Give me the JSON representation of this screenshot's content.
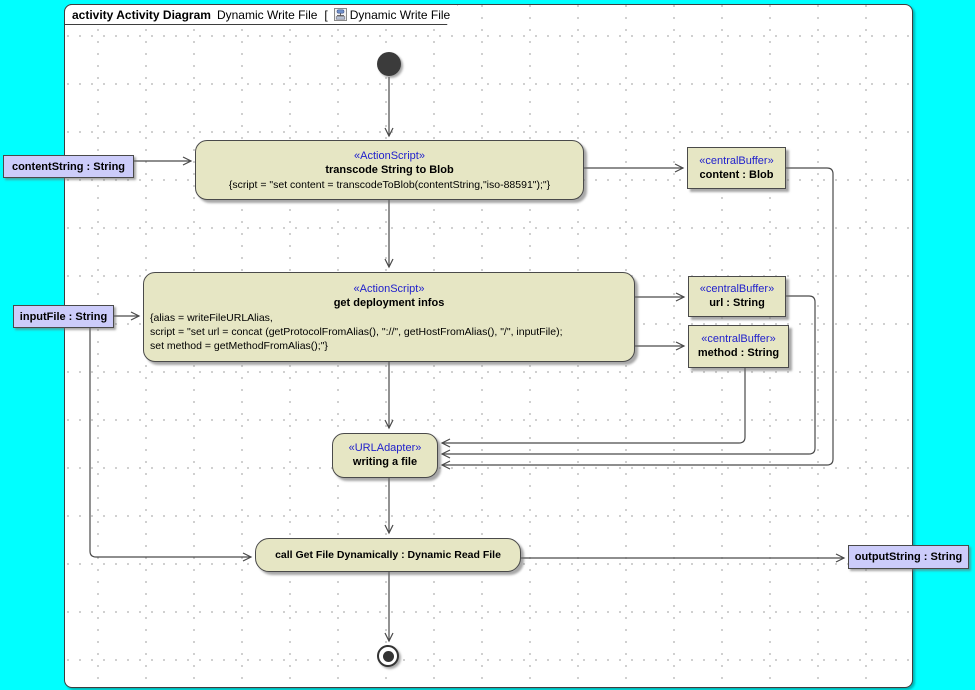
{
  "header": {
    "keyword": "activity Activity Diagram",
    "diagram_name": "Dynamic Write File",
    "bracket_open": "[",
    "ref_name": "Dynamic Write File",
    "bracket_close": "]"
  },
  "nodes": {
    "transcode": {
      "stereotype": "«ActionScript»",
      "name": "transcode String to Blob",
      "script": [
        "{script = \"set content = transcodeToBlob(contentString,\"iso-88591\");\"}"
      ]
    },
    "deploy": {
      "stereotype": "«ActionScript»",
      "name": "get deployment infos",
      "script": [
        "{alias = writeFileURLAlias,",
        "script = \"set url = concat (getProtocolFromAlias(), \"://\", getHostFromAlias(), \"/\", inputFile);",
        "set method = getMethodFromAlias();\"}"
      ]
    },
    "url_adapter": {
      "stereotype": "«URLAdapter»",
      "name": "writing a file"
    },
    "call_action": {
      "name": "call Get File Dynamically : Dynamic Read File"
    },
    "buffer_content": {
      "stereotype": "«centralBuffer»",
      "name": "content : Blob"
    },
    "buffer_url": {
      "stereotype": "«centralBuffer»",
      "name": "url : String"
    },
    "buffer_method": {
      "stereotype": "«centralBuffer»",
      "name": "method : String"
    }
  },
  "labels": {
    "content_string": "contentString : String",
    "input_file": "inputFile : String",
    "output_string": "outputString : String"
  },
  "colors": {
    "canvas": "#00ffff",
    "node_fill": "#e6e6c4",
    "object_label_fill": "#ccccfa",
    "stereotype_text": "#2121cc",
    "edge": "#4a4a4a"
  }
}
